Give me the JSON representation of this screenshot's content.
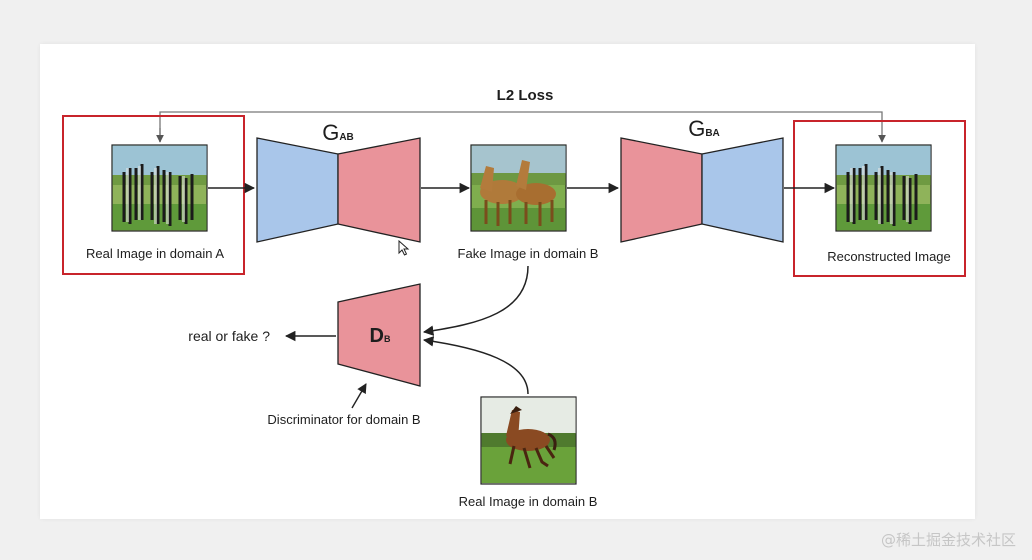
{
  "diagram": {
    "loss_label": "L2 Loss",
    "generator_ab": {
      "main": "G",
      "sub": "AB"
    },
    "generator_ba": {
      "main": "G",
      "sub": "BA"
    },
    "discriminator_b": {
      "main": "D",
      "sub": "B"
    },
    "real_image_a_label": "Real Image in domain A",
    "fake_image_b_label": "Fake Image in domain B",
    "reconstructed_label": "Reconstructed Image",
    "real_or_fake_label": "real or fake ?",
    "discriminator_caption": "Discriminator for domain B",
    "real_image_b_label": "Real Image in domain B"
  },
  "colors": {
    "encoder_blue": "#a9c6ea",
    "decoder_pink": "#e9939a",
    "highlight_red": "#c8242b"
  },
  "watermark": "@稀土掘金技术社区"
}
